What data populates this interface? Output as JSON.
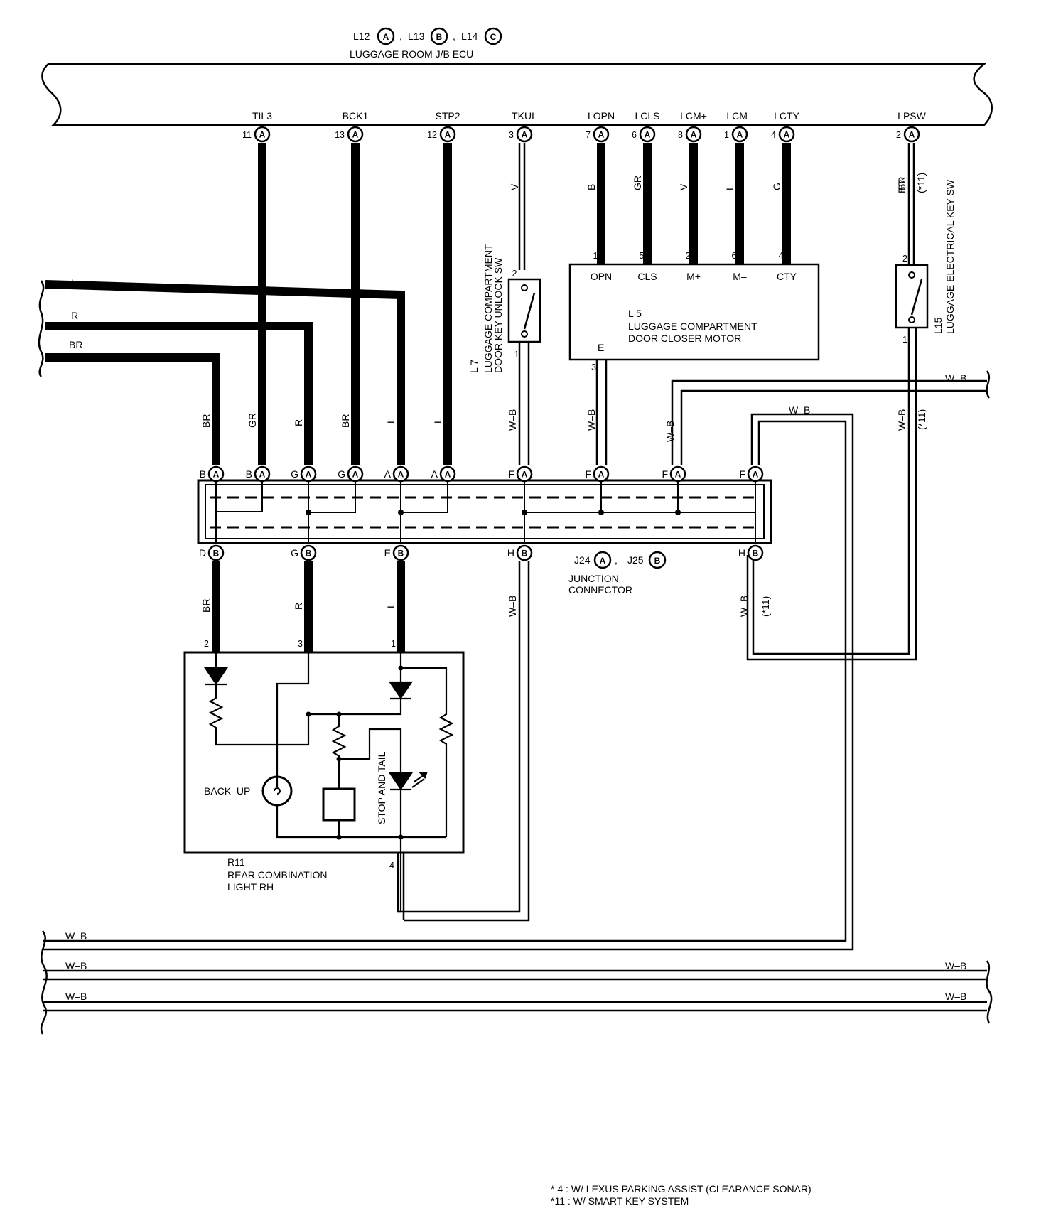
{
  "ecu": {
    "connectors": [
      "L12",
      "L13",
      "L14"
    ],
    "connector_letters": [
      "A",
      "B",
      "C"
    ],
    "name": "LUGGAGE ROOM J/B ECU",
    "terminals": [
      {
        "name": "TIL3",
        "pin": "11",
        "conn": "A",
        "wire": ""
      },
      {
        "name": "BCK1",
        "pin": "13",
        "conn": "A",
        "wire": ""
      },
      {
        "name": "STP2",
        "pin": "12",
        "conn": "A",
        "wire": ""
      },
      {
        "name": "TKUL",
        "pin": "3",
        "conn": "A",
        "wire": "V"
      },
      {
        "name": "LOPN",
        "pin": "7",
        "conn": "A",
        "wire": "B"
      },
      {
        "name": "LCLS",
        "pin": "6",
        "conn": "A",
        "wire": "GR"
      },
      {
        "name": "LCM+",
        "pin": "8",
        "conn": "A",
        "wire": "V"
      },
      {
        "name": "LCM–",
        "pin": "1",
        "conn": "A",
        "wire": "L"
      },
      {
        "name": "LCTY",
        "pin": "4",
        "conn": "A",
        "wire": "G"
      },
      {
        "name": "LPSW",
        "pin": "2",
        "conn": "A",
        "wire": "BR"
      }
    ]
  },
  "left_wires": [
    "L",
    "R",
    "BR"
  ],
  "l7": {
    "id": "L 7",
    "name_line1": "LUGGAGE COMPARTMENT",
    "name_line2": "DOOR KEY UNLOCK SW",
    "pin_top": "2",
    "pin_bottom": "1",
    "wire_bottom": "W–B"
  },
  "l5": {
    "id": "L 5",
    "name_line1": "LUGGAGE COMPARTMENT",
    "name_line2": "DOOR CLOSER MOTOR",
    "pins": [
      {
        "pin": "1",
        "label": "OPN"
      },
      {
        "pin": "5",
        "label": "CLS"
      },
      {
        "pin": "2",
        "label": "M+"
      },
      {
        "pin": "6",
        "label": "M–"
      },
      {
        "pin": "4",
        "label": "CTY"
      }
    ],
    "ground_label": "E",
    "ground_pin": "3",
    "ground_wire": "W–B"
  },
  "l15": {
    "id": "L15",
    "name": "LUGGAGE ELECTRICAL KEY SW",
    "pin_top": "2",
    "pin_bottom": "1",
    "wire": "W–B",
    "note": "(*11)",
    "wire_top": "BR"
  },
  "junction": {
    "connectors": [
      "J24",
      "J25"
    ],
    "connector_letters": [
      "A",
      "B"
    ],
    "name_line1": "JUNCTION",
    "name_line2": "CONNECTOR",
    "top_pins": [
      {
        "letter": "B",
        "conn": "A",
        "wire": "BR"
      },
      {
        "letter": "B",
        "conn": "A",
        "wire": "GR"
      },
      {
        "letter": "G",
        "conn": "A",
        "wire": "R"
      },
      {
        "letter": "G",
        "conn": "A",
        "wire": "BR"
      },
      {
        "letter": "A",
        "conn": "A",
        "wire": "L"
      },
      {
        "letter": "A",
        "conn": "A",
        "wire": "L"
      },
      {
        "letter": "F",
        "conn": "A",
        "wire": "W–B"
      },
      {
        "letter": "F",
        "conn": "A",
        "wire": "W–B"
      },
      {
        "letter": "F",
        "conn": "A",
        "wire": "W–B"
      },
      {
        "letter": "F",
        "conn": "A",
        "wire": ""
      }
    ],
    "bottom_pins": [
      {
        "letter": "D",
        "conn": "B",
        "wire": "BR"
      },
      {
        "letter": "G",
        "conn": "B",
        "wire": "R"
      },
      {
        "letter": "E",
        "conn": "B",
        "wire": "L"
      },
      {
        "letter": "H",
        "conn": "B",
        "wire": "W–B"
      },
      {
        "letter": "H",
        "conn": "B",
        "wire": "W–B"
      }
    ],
    "bottom_right_note": "(*11)"
  },
  "r11": {
    "id": "R11",
    "name_line1": "REAR COMBINATION",
    "name_line2": "LIGHT RH",
    "pins": [
      "2",
      "3",
      "1",
      "4"
    ],
    "backup_label": "BACK–UP",
    "stop_tail_label": "STOP AND TAIL"
  },
  "ground_bus": {
    "labels": [
      "W–B",
      "W–B",
      "W–B",
      "W–B",
      "W–B",
      "W–B"
    ],
    "top_right": "W–B",
    "loop_label": "W–B"
  },
  "notes": [
    {
      "mark": "* 4",
      "text": " : W/ LEXUS PARKING ASSIST (CLEARANCE SONAR)"
    },
    {
      "mark": "*11",
      "text": " : W/ SMART KEY SYSTEM"
    }
  ]
}
